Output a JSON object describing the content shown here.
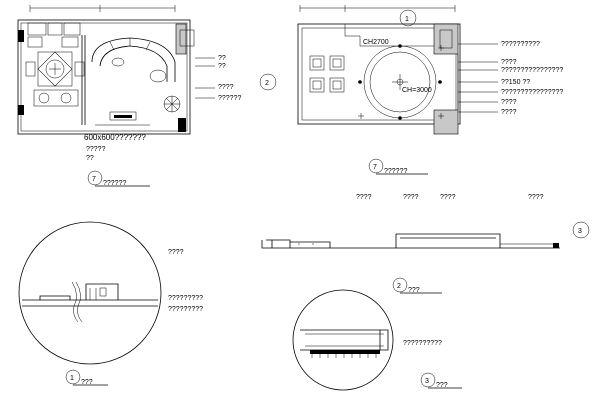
{
  "drawing": {
    "plan_left": {
      "callouts": [
        "??",
        "??",
        "????",
        "??????"
      ],
      "section_marker": "2",
      "notes": [
        "600x600???????",
        "?????",
        "??"
      ],
      "title_number": "7",
      "title_text": "??????"
    },
    "plan_right": {
      "top_marker": "1",
      "ceiling_height": "CH2700",
      "center_height": "CH=3000",
      "callouts": [
        "??????????",
        "????",
        "????????????????",
        "??150 ??",
        "????????????????",
        "????",
        "????"
      ],
      "title_number": "7",
      "title_text": "??????"
    },
    "elevation": {
      "labels": [
        "????",
        "????",
        "????",
        "????"
      ],
      "marker": "3",
      "title_number": "2",
      "title_text": "???"
    },
    "detail_1": {
      "labels": [
        "????",
        "?????????",
        "?????????"
      ],
      "title_number": "1",
      "title_text": "???"
    },
    "detail_3": {
      "label": "??????????",
      "title_number": "3",
      "title_text": "???"
    }
  }
}
